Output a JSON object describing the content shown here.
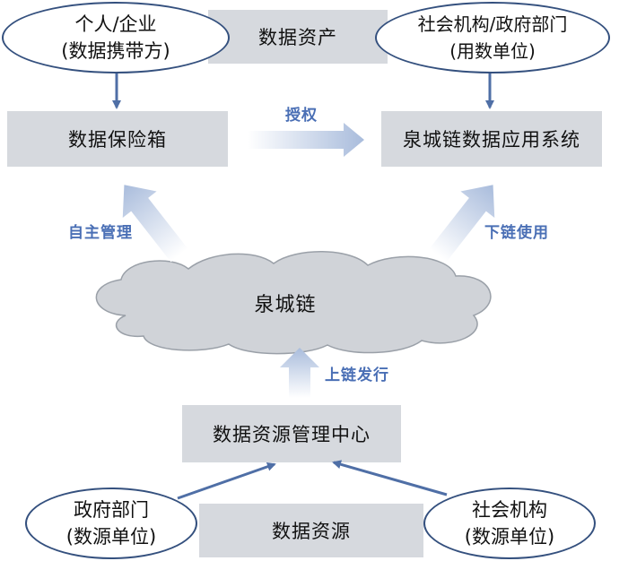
{
  "nodes": {
    "individual_enterprise": {
      "line1": "个人/企业",
      "line2": "(数据携带方)"
    },
    "data_assets": "数据资产",
    "social_gov": {
      "line1": "社会机构/政府部门",
      "line2": "(用数单位)"
    },
    "data_vault": "数据保险箱",
    "app_system": "泉城链数据应用系统",
    "chain_cloud": "泉城链",
    "resource_center": "数据资源管理中心",
    "gov_department": {
      "line1": "政府部门",
      "line2": "(数源单位)"
    },
    "data_resources": "数据资源",
    "social_institution": {
      "line1": "社会机构",
      "line2": "(数源单位)"
    }
  },
  "edges": {
    "authorize": "授权",
    "self_manage": "自主管理",
    "chain_use": "下链使用",
    "chain_issue": "上链发行"
  },
  "colors": {
    "box_fill": "#d6d9de",
    "ellipse_border": "#34507e",
    "arrow_dark": "#4f6fa6",
    "arrow_light": "#b4c3de",
    "label_blue": "#4a6fb5",
    "cloud_fill": "#d0d3d8"
  }
}
